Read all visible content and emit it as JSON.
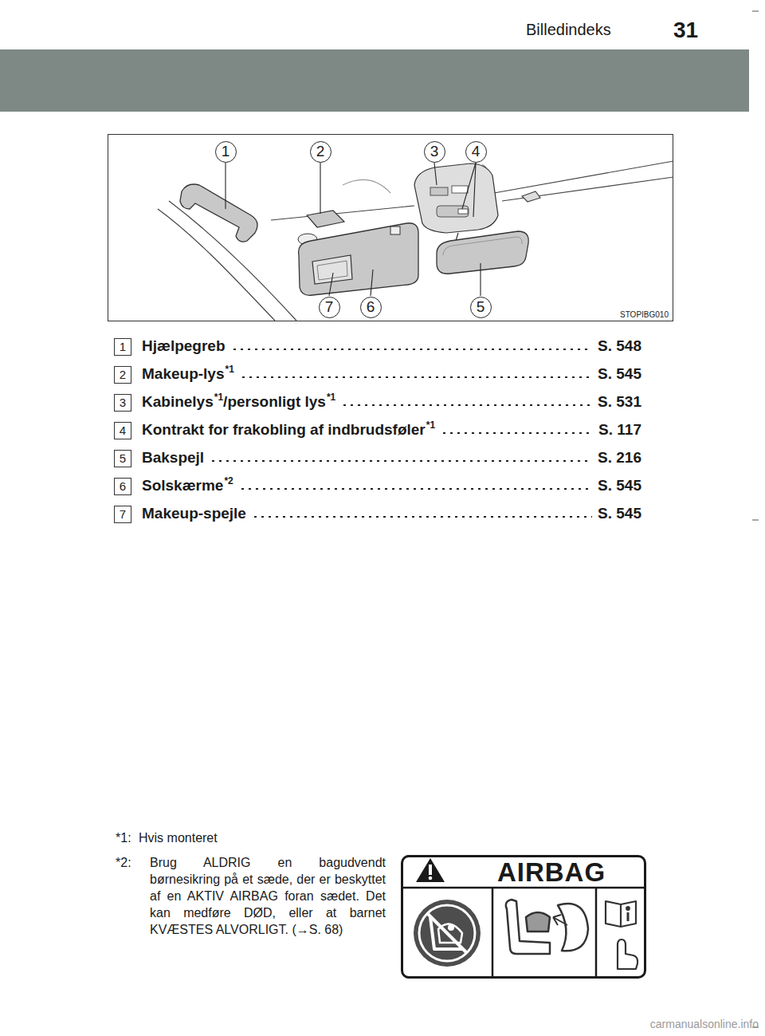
{
  "diagram": {
    "title": "Billedindeks",
    "nodes": [
      {
        "text": [
          "1"
        ]
      },
      {
        "text": [
          "2"
        ]
      },
      {
        "text": [
          "3"
        ]
      },
      {
        "text": [
          "4"
        ]
      },
      {
        "text": [
          "7"
        ]
      },
      {
        "text": [
          "6"
        ]
      },
      {
        "text": [
          "5"
        ]
      },
      {
        "text": [
          "1"
        ]
      },
      {
        "text": [
          "2"
        ]
      },
      {
        "text": [
          "3"
        ]
      },
      {
        "text": [
          "4"
        ]
      },
      {
        "text": [
          "5"
        ]
      },
      {
        "text": [
          "6"
        ]
      },
      {
        "text": [
          "7"
        ]
      },
      {
        "text": [
          "AIRBAG"
        ]
      }
    ],
    "labels": [
      "31",
      "STOPIBG010",
      "Hjælpegreb",
      "S. 548",
      "Makeup-lys",
      "*1",
      "S. 545",
      "Kabinelys",
      "*1",
      "/personligt lys",
      "*1",
      "S. 531",
      "Kontrakt for frakobling af indbrudsføler",
      "*1",
      "S. 117",
      "Bakspejl",
      "S. 216",
      "Solskærme",
      "*2",
      "S. 545",
      "Makeup-spejle",
      "S. 545",
      "*1:",
      "Hvis monteret",
      "*2:",
      "Brug ALDRIG en bagudvendt børnesikring på et sæde, der er beskyttet af en AKTIV AIRBAG foran sædet. Det kan medføre DØD, eller at barnet KVÆSTES ALVORLIGT. (→S. 68)",
      "carmanualsonline.info"
    ]
  }
}
